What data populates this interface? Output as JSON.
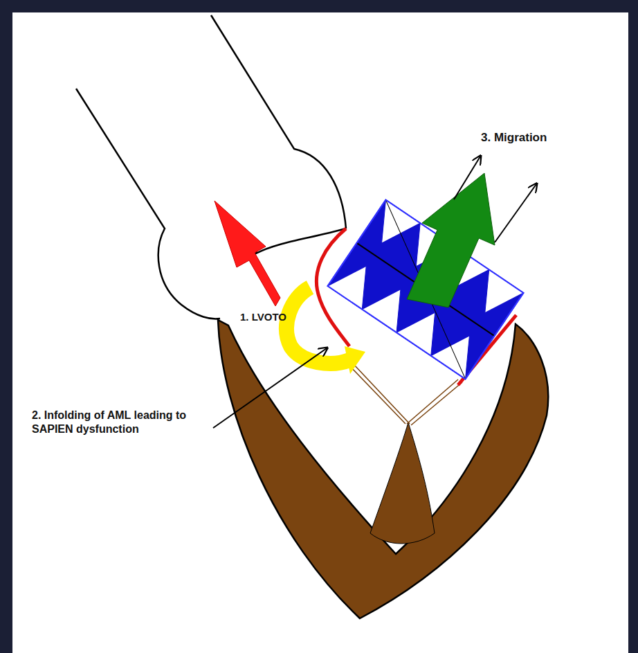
{
  "diagram": {
    "labels": [
      "1. LVOTO",
      "2. Infolding of AML leading to SAPIEN dysfunction",
      "3. Migration"
    ]
  }
}
